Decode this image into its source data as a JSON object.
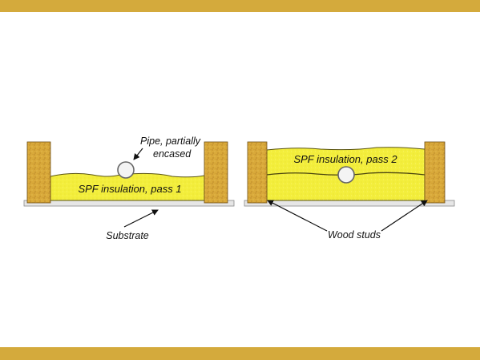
{
  "colors": {
    "band": "#d4aa3c",
    "foam": "#f3ee3c",
    "foam_edge": "#5a5410",
    "stud": "#d9a93a",
    "stud_edge": "#6e4e14",
    "substrate": "#e6e6e6",
    "text": "#111111"
  },
  "left_panel": {
    "foam_label": "SPF insulation, pass 1",
    "pipe_label_line1": "Pipe, partially",
    "pipe_label_line2": "encased",
    "substrate_label": "Substrate"
  },
  "right_panel": {
    "foam_label": "SPF insulation, pass 2",
    "studs_label": "Wood studs"
  },
  "icons": {
    "stud_texture": "wood-grain",
    "pipe": "pipe-circle"
  }
}
